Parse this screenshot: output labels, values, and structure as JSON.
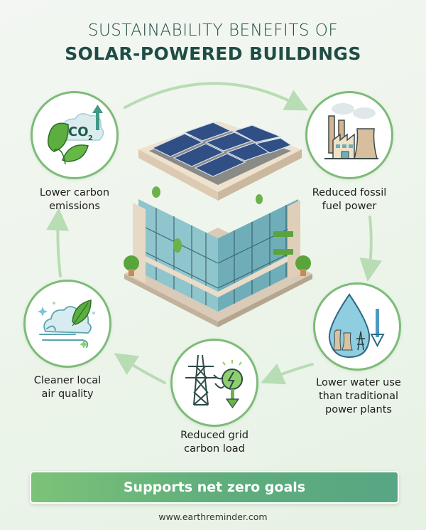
{
  "header": {
    "title_line1": "SUSTAINABILITY BENEFITS OF",
    "title_line2": "SOLAR-POWERED BUILDINGS"
  },
  "center": {
    "illustration": "solar-building-icon"
  },
  "benefits": [
    {
      "id": "carbon",
      "label": "Lower carbon\nemissions",
      "icon": "co2-leaf-icon"
    },
    {
      "id": "fossil",
      "label": "Reduced fossil\nfuel power",
      "icon": "factory-icon"
    },
    {
      "id": "water",
      "label": "Lower water use\nthan traditional\npower plants",
      "icon": "water-drop-icon"
    },
    {
      "id": "grid",
      "label": "Reduced grid\ncarbon load",
      "icon": "power-tower-icon"
    },
    {
      "id": "air",
      "label": "Cleaner local\nair quality",
      "icon": "clean-air-icon"
    }
  ],
  "banner": {
    "text": "Supports net zero goals"
  },
  "footer": {
    "url": "www.earthreminder.com"
  },
  "colors": {
    "title": "#1f4d45",
    "ring": "#7dbb78",
    "arrow": "#b8dcb4",
    "banner_start": "#7cc379",
    "banner_end": "#58a683"
  }
}
